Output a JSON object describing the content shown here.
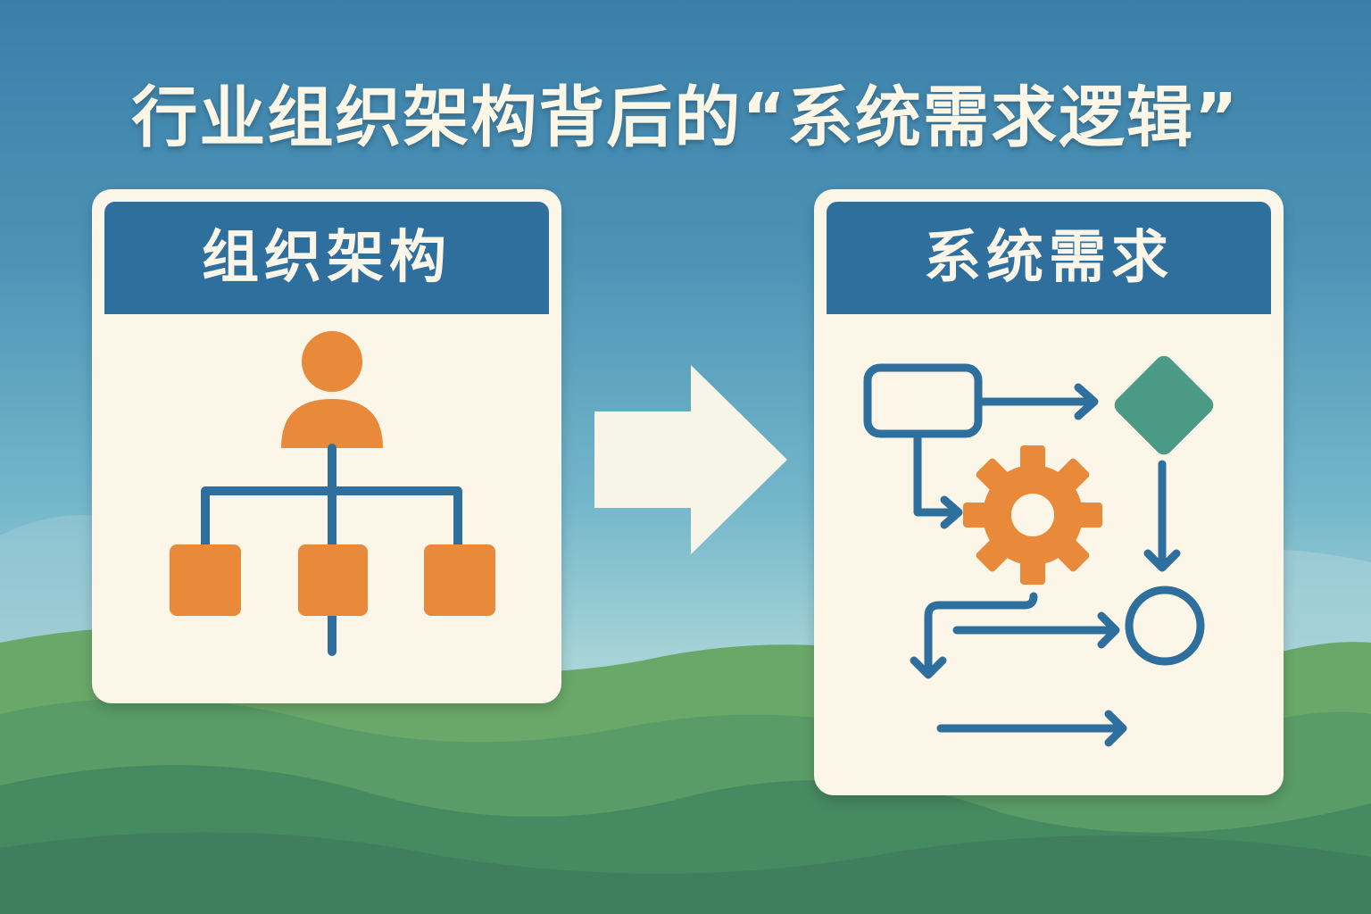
{
  "title": "行业组织架构背后的“系统需求逻辑”",
  "left_card": {
    "title": "组织架构",
    "icon": "org-chart-icon"
  },
  "right_card": {
    "title": "系统需求",
    "icon": "flowchart-icon"
  },
  "colors": {
    "header_blue": "#2f6f9e",
    "card_bg": "#fbf6e8",
    "orange": "#e98a3a",
    "line_blue": "#2f6f9e",
    "diamond_green": "#4a9a86"
  }
}
